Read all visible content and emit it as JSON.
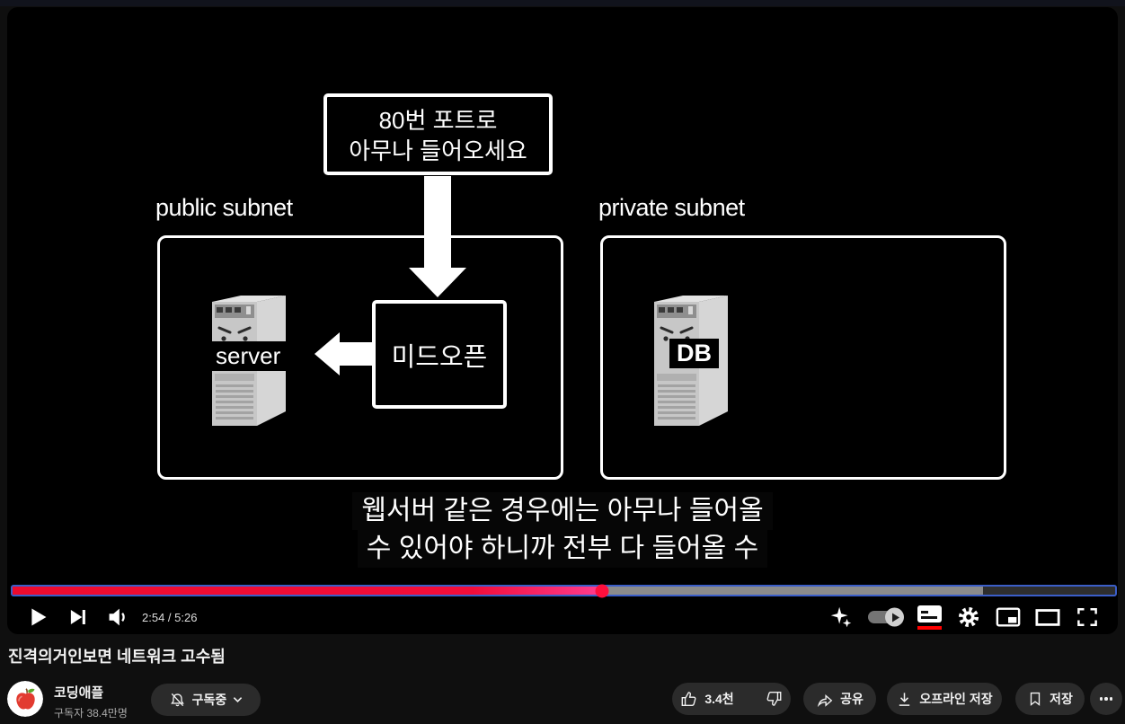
{
  "video": {
    "diagram": {
      "port_box_line1": "80번 포트로",
      "port_box_line2": "아무나 들어오세요",
      "public_subnet_label": "public subnet",
      "private_subnet_label": "private subnet",
      "server_label": "server",
      "gate_box_label": "미드오픈",
      "db_label": "DB"
    },
    "subtitle_line1": "웹서버 같은 경우에는 아무나 들어올",
    "subtitle_line2": "수 있어야 하니까 전부 다 들어올 수",
    "controls": {
      "time_display": "2:54 / 5:26",
      "current_time": "2:54",
      "duration": "5:26",
      "progress_percent": 53.5,
      "buffered_percent": 88,
      "progress_color": "#ff0033",
      "focus_outline_color": "#3b5ec8",
      "captions_active_color": "#ff0000"
    }
  },
  "below": {
    "title": "진격의거인보면 네트워크 고수됨",
    "channel_name": "코딩애플",
    "subscriber_count": "구독자 38.4만명",
    "subscribe_button": "구독중",
    "like_count": "3.4천",
    "share_label": "공유",
    "offline_label": "오프라인 저장",
    "save_label": "저장"
  }
}
